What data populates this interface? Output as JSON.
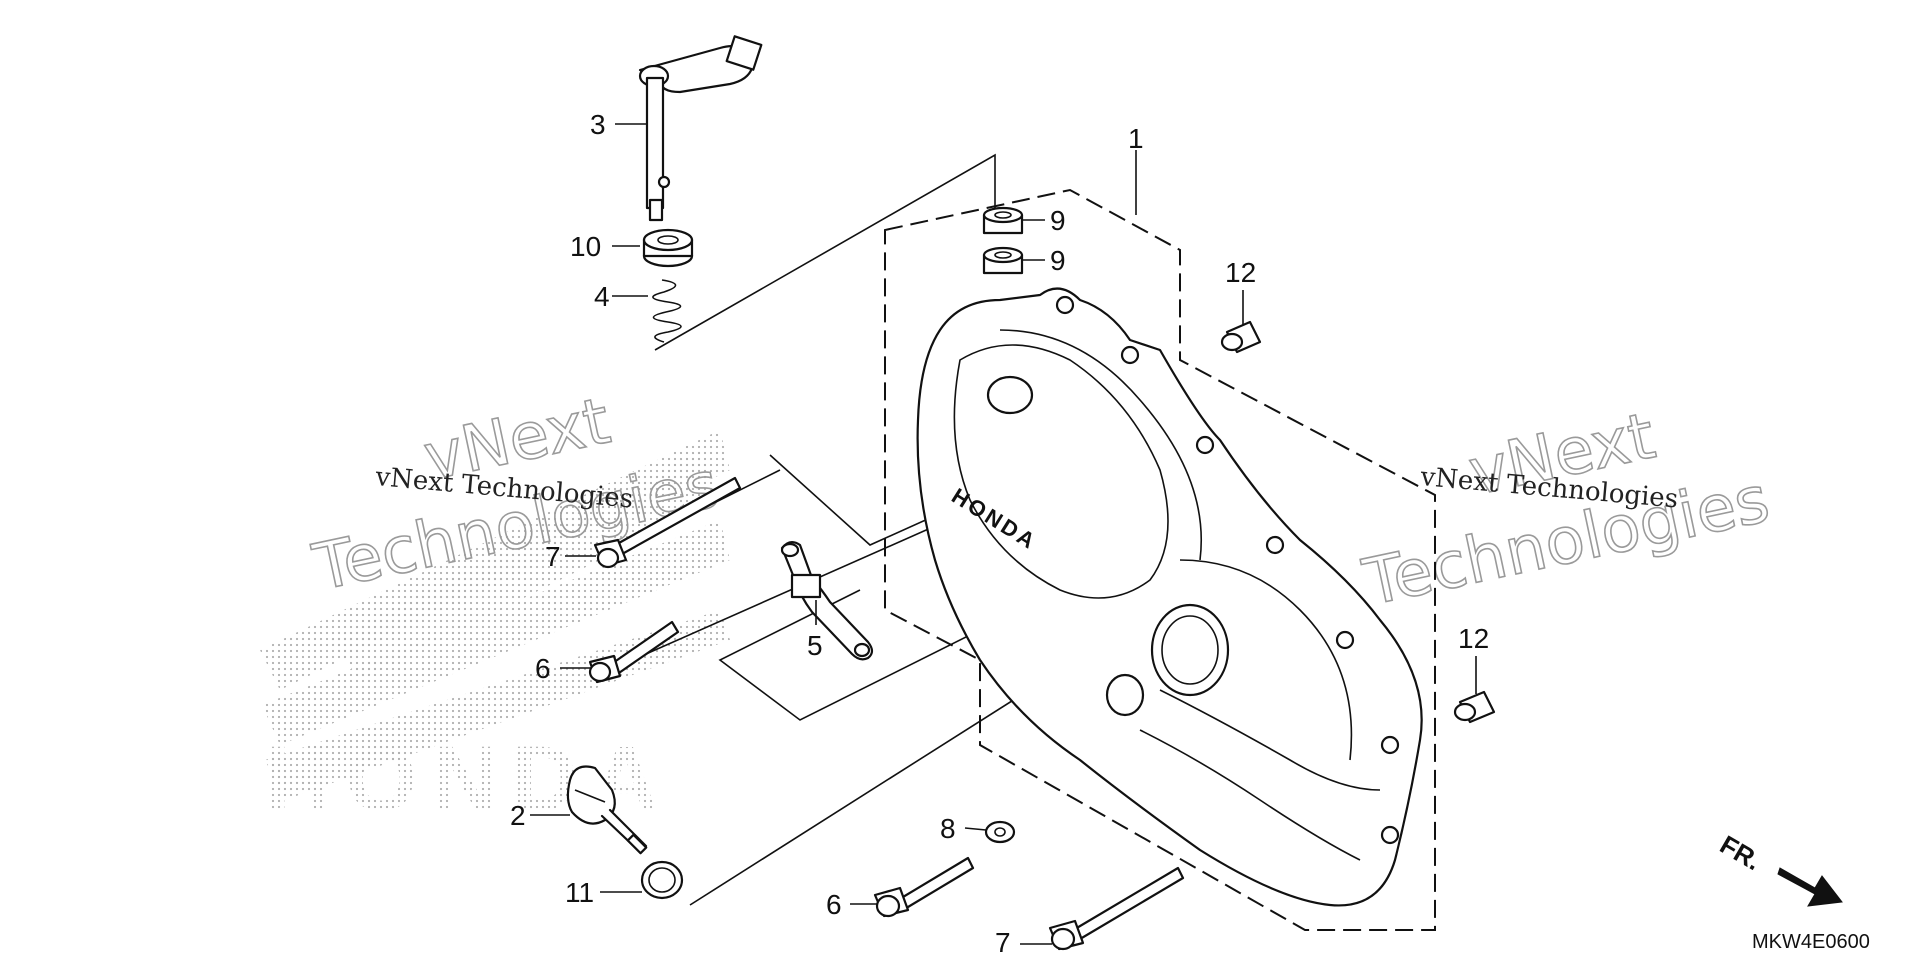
{
  "diagram": {
    "callouts": [
      {
        "id": "c1",
        "label": "1"
      },
      {
        "id": "c2",
        "label": "2"
      },
      {
        "id": "c3",
        "label": "3"
      },
      {
        "id": "c4",
        "label": "4"
      },
      {
        "id": "c5",
        "label": "5"
      },
      {
        "id": "c6a",
        "label": "6"
      },
      {
        "id": "c6b",
        "label": "6"
      },
      {
        "id": "c7a",
        "label": "7"
      },
      {
        "id": "c7b",
        "label": "7"
      },
      {
        "id": "c8",
        "label": "8"
      },
      {
        "id": "c9a",
        "label": "9"
      },
      {
        "id": "c9b",
        "label": "9"
      },
      {
        "id": "c10",
        "label": "10"
      },
      {
        "id": "c11",
        "label": "11"
      },
      {
        "id": "c12a",
        "label": "12"
      },
      {
        "id": "c12b",
        "label": "12"
      }
    ],
    "watermark": {
      "brand_line": "vNext Technologies",
      "big_word_1": "vNext",
      "big_word_2": "Technologies"
    },
    "cover_logo": "HONDA",
    "background_logo": "HONDA",
    "direction_label": "FR.",
    "diagram_code": "MKW4E0600"
  },
  "colors": {
    "ink": "#111111",
    "watermark": "#9a9a9a",
    "halftone": "#b0b0b0"
  }
}
